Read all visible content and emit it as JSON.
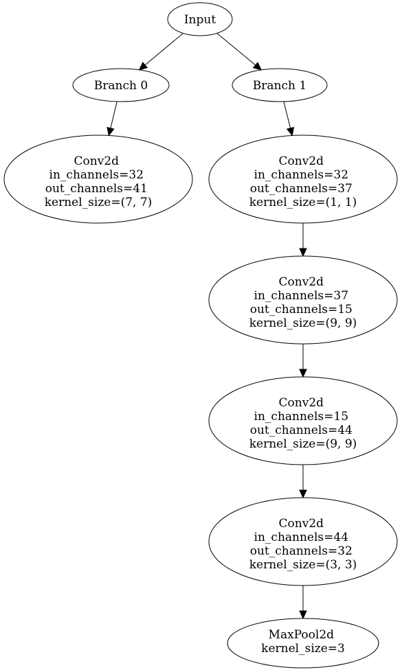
{
  "nodes": {
    "input": {
      "lines": [
        "Input"
      ]
    },
    "branch0": {
      "lines": [
        "Branch 0"
      ]
    },
    "branch1": {
      "lines": [
        "Branch 1"
      ]
    },
    "b0_conv1": {
      "lines": [
        "Conv2d",
        "in_channels=32",
        "out_channels=41",
        "kernel_size=(7, 7)"
      ]
    },
    "b1_conv1": {
      "lines": [
        "Conv2d",
        "in_channels=32",
        "out_channels=37",
        "kernel_size=(1, 1)"
      ]
    },
    "b1_conv2": {
      "lines": [
        "Conv2d",
        "in_channels=37",
        "out_channels=15",
        "kernel_size=(9, 9)"
      ]
    },
    "b1_conv3": {
      "lines": [
        "Conv2d",
        "in_channels=15",
        "out_channels=44",
        "kernel_size=(9, 9)"
      ]
    },
    "b1_conv4": {
      "lines": [
        "Conv2d",
        "in_channels=44",
        "out_channels=32",
        "kernel_size=(3, 3)"
      ]
    },
    "b1_pool": {
      "lines": [
        "MaxPool2d",
        "kernel_size=3"
      ]
    }
  },
  "edges": [
    {
      "from": "input",
      "to": "branch0"
    },
    {
      "from": "input",
      "to": "branch1"
    },
    {
      "from": "branch0",
      "to": "b0_conv1"
    },
    {
      "from": "branch1",
      "to": "b1_conv1"
    },
    {
      "from": "b1_conv1",
      "to": "b1_conv2"
    },
    {
      "from": "b1_conv2",
      "to": "b1_conv3"
    },
    {
      "from": "b1_conv3",
      "to": "b1_conv4"
    },
    {
      "from": "b1_conv4",
      "to": "b1_pool"
    }
  ]
}
